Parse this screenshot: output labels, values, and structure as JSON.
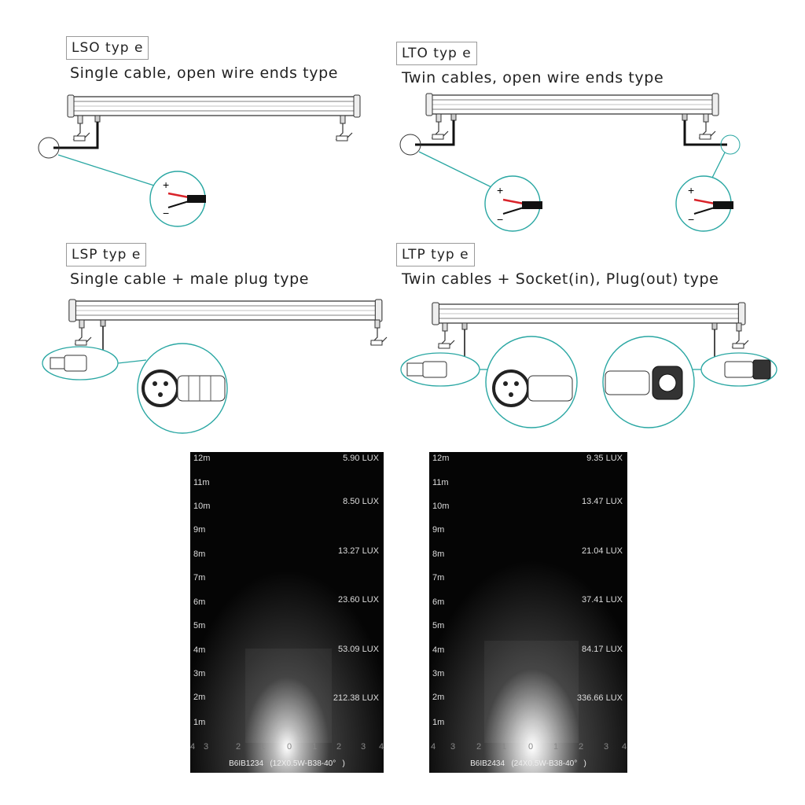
{
  "types": {
    "lso": {
      "tag": "LSO typ e",
      "desc": "Single cable, open wire ends type"
    },
    "lto": {
      "tag": "LTO typ e",
      "desc": "Twin cables, open wire ends type"
    },
    "lsp": {
      "tag": "LSP typ e",
      "desc": "Single cable + male plug type"
    },
    "ltp": {
      "tag": "LTP typ e",
      "desc": "Twin cables + Socket(in), Plug(out) type"
    }
  },
  "wire_symbols": {
    "plus": "+",
    "minus": "−"
  },
  "photometric_left": {
    "distances": [
      "12m",
      "11m",
      "10m",
      "9m",
      "8m",
      "7m",
      "6m",
      "5m",
      "4m",
      "3m",
      "2m",
      "1m"
    ],
    "lux": [
      "5.90 LUX",
      "8.50 LUX",
      "13.27 LUX",
      "23.60 LUX",
      "53.09 LUX",
      "212.38 LUX"
    ],
    "ticks": [
      "4",
      "3",
      "2",
      "1",
      "0",
      "1",
      "2",
      "3",
      "4"
    ],
    "caption": "B6IB1234   (12X0.5W-B38-40°   )"
  },
  "photometric_right": {
    "distances": [
      "12m",
      "11m",
      "10m",
      "9m",
      "8m",
      "7m",
      "6m",
      "5m",
      "4m",
      "3m",
      "2m",
      "1m"
    ],
    "lux": [
      "9.35 LUX",
      "13.47 LUX",
      "21.04 LUX",
      "37.41 LUX",
      "84.17 LUX",
      "336.66 LUX"
    ],
    "ticks": [
      "4",
      "3",
      "2",
      "1",
      "0",
      "1",
      "2",
      "3",
      "4"
    ],
    "caption": "B6IB2434   (24X0.5W-B38-40°   )"
  },
  "colors": {
    "teal": "#2aa7a3",
    "wire_red": "#d9232a",
    "wire_black": "#111111",
    "panel_bg": "#050505"
  }
}
